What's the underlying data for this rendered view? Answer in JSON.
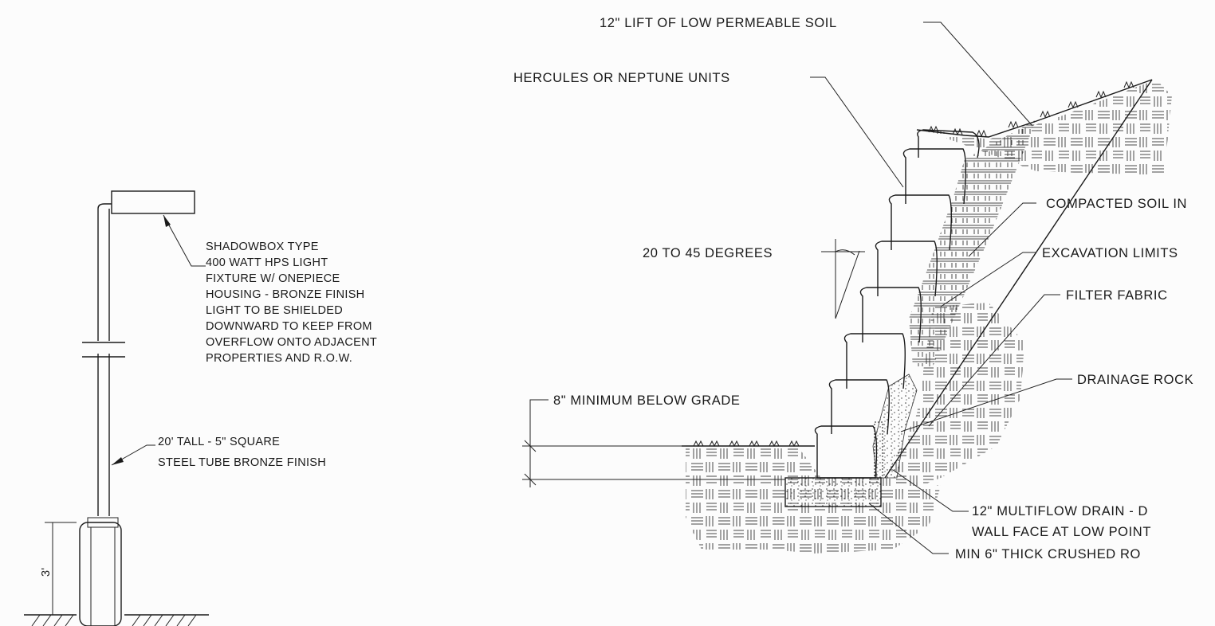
{
  "left_detail": {
    "fixture_note": [
      "SHADOWBOX TYPE",
      "400 WATT HPS LIGHT",
      "FIXTURE W/ ONEPIECE",
      "HOUSING - BRONZE FINISH",
      "LIGHT TO BE SHIELDED",
      "DOWNWARD TO KEEP FROM",
      "OVERFLOW ONTO ADJACENT",
      "PROPERTIES AND R.O.W."
    ],
    "pole_note": [
      "20' TALL - 5\" SQUARE",
      "STEEL TUBE BRONZE FINISH"
    ],
    "base_dimension": "3'"
  },
  "right_detail": {
    "labels": {
      "lift": "12\" LIFT OF LOW PERMEABLE SOIL",
      "units": "HERCULES OR NEPTUNE UNITS",
      "compacted": "COMPACTED SOIL IN",
      "angle": "20 TO 45 DEGREES",
      "excavation": "EXCAVATION LIMITS",
      "fabric": "FILTER FABRIC",
      "drainage": "DRAINAGE ROCK",
      "below_grade": "8\" MINIMUM BELOW GRADE",
      "drain_line1": "12\" MULTIFLOW DRAIN - D",
      "drain_line2": "WALL FACE AT LOW POINT",
      "crushed": "MIN 6\" THICK CRUSHED RO"
    }
  }
}
